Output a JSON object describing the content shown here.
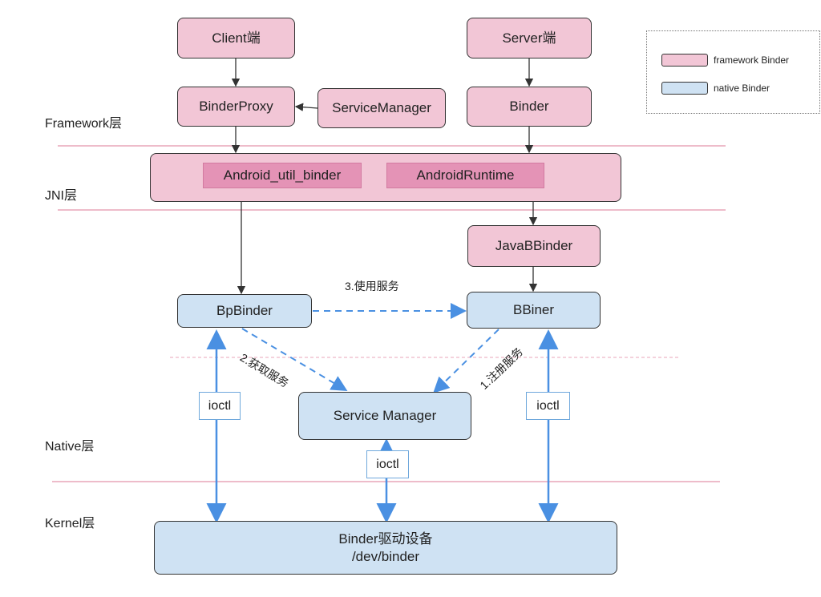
{
  "layers": {
    "framework": "Framework层",
    "jni": "JNI层",
    "native": "Native层",
    "kernel": "Kernel层"
  },
  "framework_boxes": {
    "client": "Client端",
    "server": "Server端",
    "binder_proxy": "BinderProxy",
    "service_manager": "ServiceManager",
    "binder": "Binder"
  },
  "jni_boxes": {
    "android_util_binder": "Android_util_binder",
    "android_runtime": "AndroidRuntime"
  },
  "native_boxes": {
    "java_bbinder": "JavaBBinder",
    "bp_binder": "BpBinder",
    "bbiner": "BBiner",
    "service_manager": "Service Manager"
  },
  "kernel_box": {
    "line1": "Binder驱动设备",
    "line2": "/dev/binder"
  },
  "ioctl_labels": [
    "ioctl",
    "ioctl",
    "ioctl"
  ],
  "arrow_labels": {
    "use_service": "3.使用服务",
    "get_service": "2.获取服务",
    "register_service": "1.注册服务"
  },
  "legend": {
    "framework": "framework Binder",
    "native": "native Binder"
  },
  "colors": {
    "framework_binder": "#f2c6d6",
    "native_binder": "#cfe2f3",
    "jni_inner": "#e493b6",
    "layer_divider": "#e8a5b8",
    "blue_arrow": "#6fa8dc"
  }
}
